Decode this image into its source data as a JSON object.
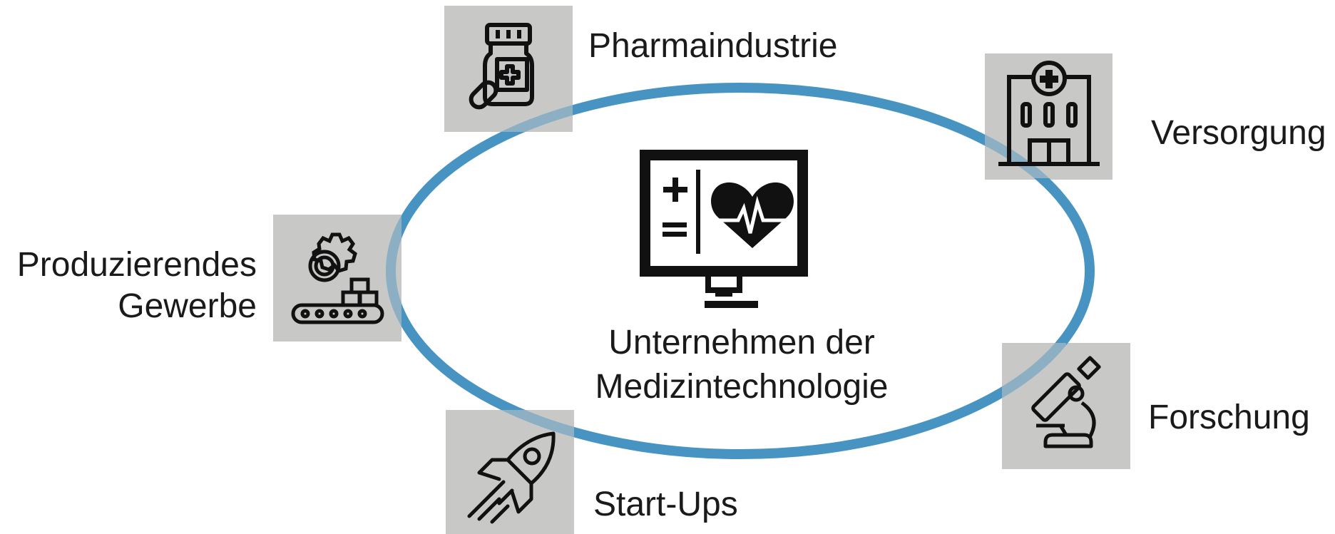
{
  "center": {
    "line1": "Unternehmen der",
    "line2": "Medizintechnologie",
    "icon": "monitor-heart-icon"
  },
  "nodes": [
    {
      "id": "pharma",
      "label": "Pharmaindustrie",
      "icon": "medicine-bottle-icon"
    },
    {
      "id": "versorgung",
      "label": "Versorgung",
      "icon": "hospital-icon"
    },
    {
      "id": "produzierendes",
      "line1": "Produzierendes",
      "line2": "Gewerbe",
      "icon": "gear-conveyor-icon"
    },
    {
      "id": "forschung",
      "label": "Forschung",
      "icon": "microscope-icon"
    },
    {
      "id": "startups",
      "label": "Start-Ups",
      "icon": "rocket-icon"
    }
  ],
  "colors": {
    "ring": "#3d8ec0",
    "tile": "#c8c8c6",
    "icon": "#111111",
    "text": "#1a1a1a"
  }
}
